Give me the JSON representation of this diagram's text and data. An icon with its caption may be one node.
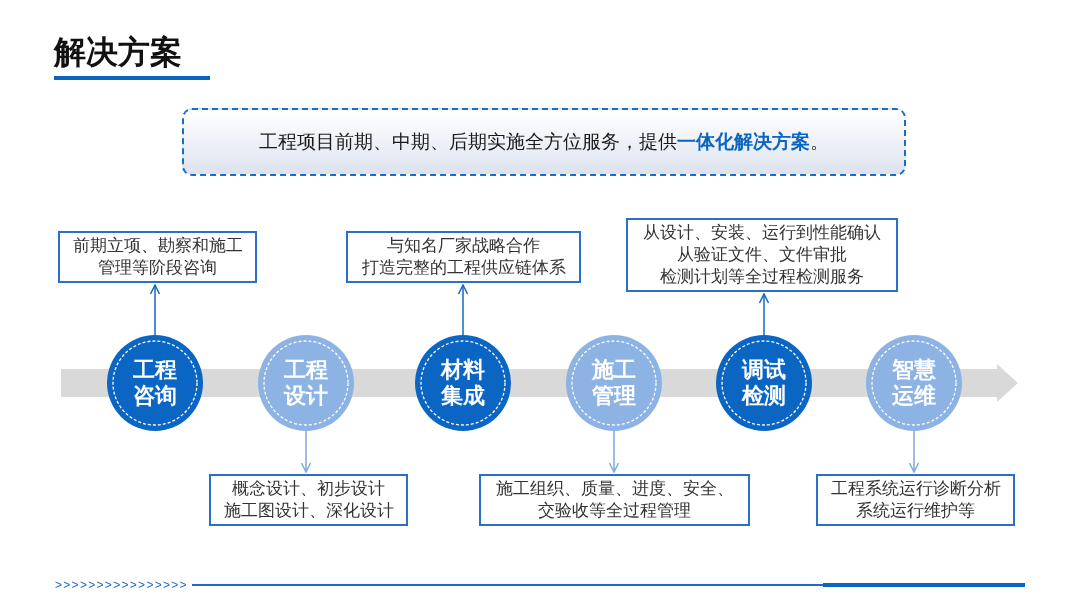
{
  "diagram": {
    "title": "解决方案",
    "nodes": [
      {
        "text": [
          "工程项目前期、中期、后期实施全方位服务，提供**一体化解决方案**。"
        ]
      },
      {
        "text": [
          "前期立项、勘察和施工管理等阶段咨询"
        ]
      },
      {
        "text": [
          "与知名厂家战略合作打造完整的工程供应链体系"
        ]
      },
      {
        "text": [
          "从设计、安装、运行到性能确认从验证文件、文件审批检测计划等全过程检测服务"
        ]
      },
      {
        "text": [
          "工程咨询"
        ]
      },
      {
        "text": [
          "工程设计"
        ]
      },
      {
        "text": [
          "材料集成"
        ]
      },
      {
        "text": [
          "施工管理"
        ]
      },
      {
        "text": [
          "调试检测"
        ]
      },
      {
        "text": [
          "智慧运维"
        ]
      },
      {
        "text": [
          "概念设计、初步设计施工图设计、深化设计"
        ]
      },
      {
        "text": [
          "施工组织、质量、进度、安全、交验收等全过程管理"
        ]
      },
      {
        "text": [
          "工程系统运行诊断分析系统运行维护等"
        ]
      }
    ],
    "edges": [
      {
        "from": 4,
        "to": 1,
        "arrow": "to"
      },
      {
        "from": 5,
        "to": 10,
        "arrow": "to",
        "color": "#7ea9de"
      },
      {
        "from": 6,
        "to": 2,
        "arrow": "to"
      },
      {
        "from": 7,
        "to": 11,
        "arrow": "to",
        "color": "#7ea9de"
      },
      {
        "from": 8,
        "to": 3,
        "arrow": "to"
      },
      {
        "from": 9,
        "to": 12,
        "arrow": "to",
        "color": "#7ea9de"
      }
    ],
    "labels": [
      ">>>>>>>>>>>>>>>>"
    ]
  }
}
